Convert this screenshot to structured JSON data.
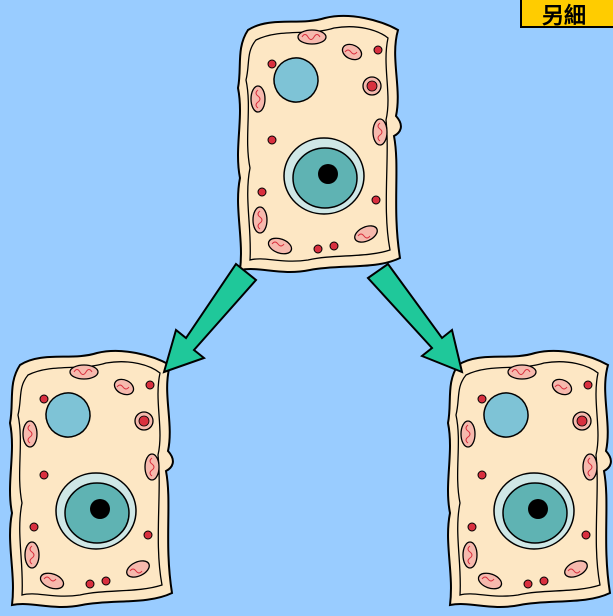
{
  "label": "另細",
  "colors": {
    "background": "#99ccff",
    "cytoplasm": "#fde7c4",
    "cell_wall": "#000000",
    "nucleus": "#5fb3b3",
    "nucleus_halo": "#cfe7e6",
    "nucleolus": "#000000",
    "vacuole": "#7ec3d6",
    "organelle_red": "#d9303f",
    "mitochondria_fill": "#f6b9ad",
    "arrow": "#1fc89a",
    "label_bg": "#ffcc00"
  },
  "cells": [
    {
      "name": "parent-cell"
    },
    {
      "name": "daughter-cell-left"
    },
    {
      "name": "daughter-cell-right"
    }
  ],
  "arrows": [
    {
      "name": "division-arrow-left"
    },
    {
      "name": "division-arrow-right"
    }
  ]
}
